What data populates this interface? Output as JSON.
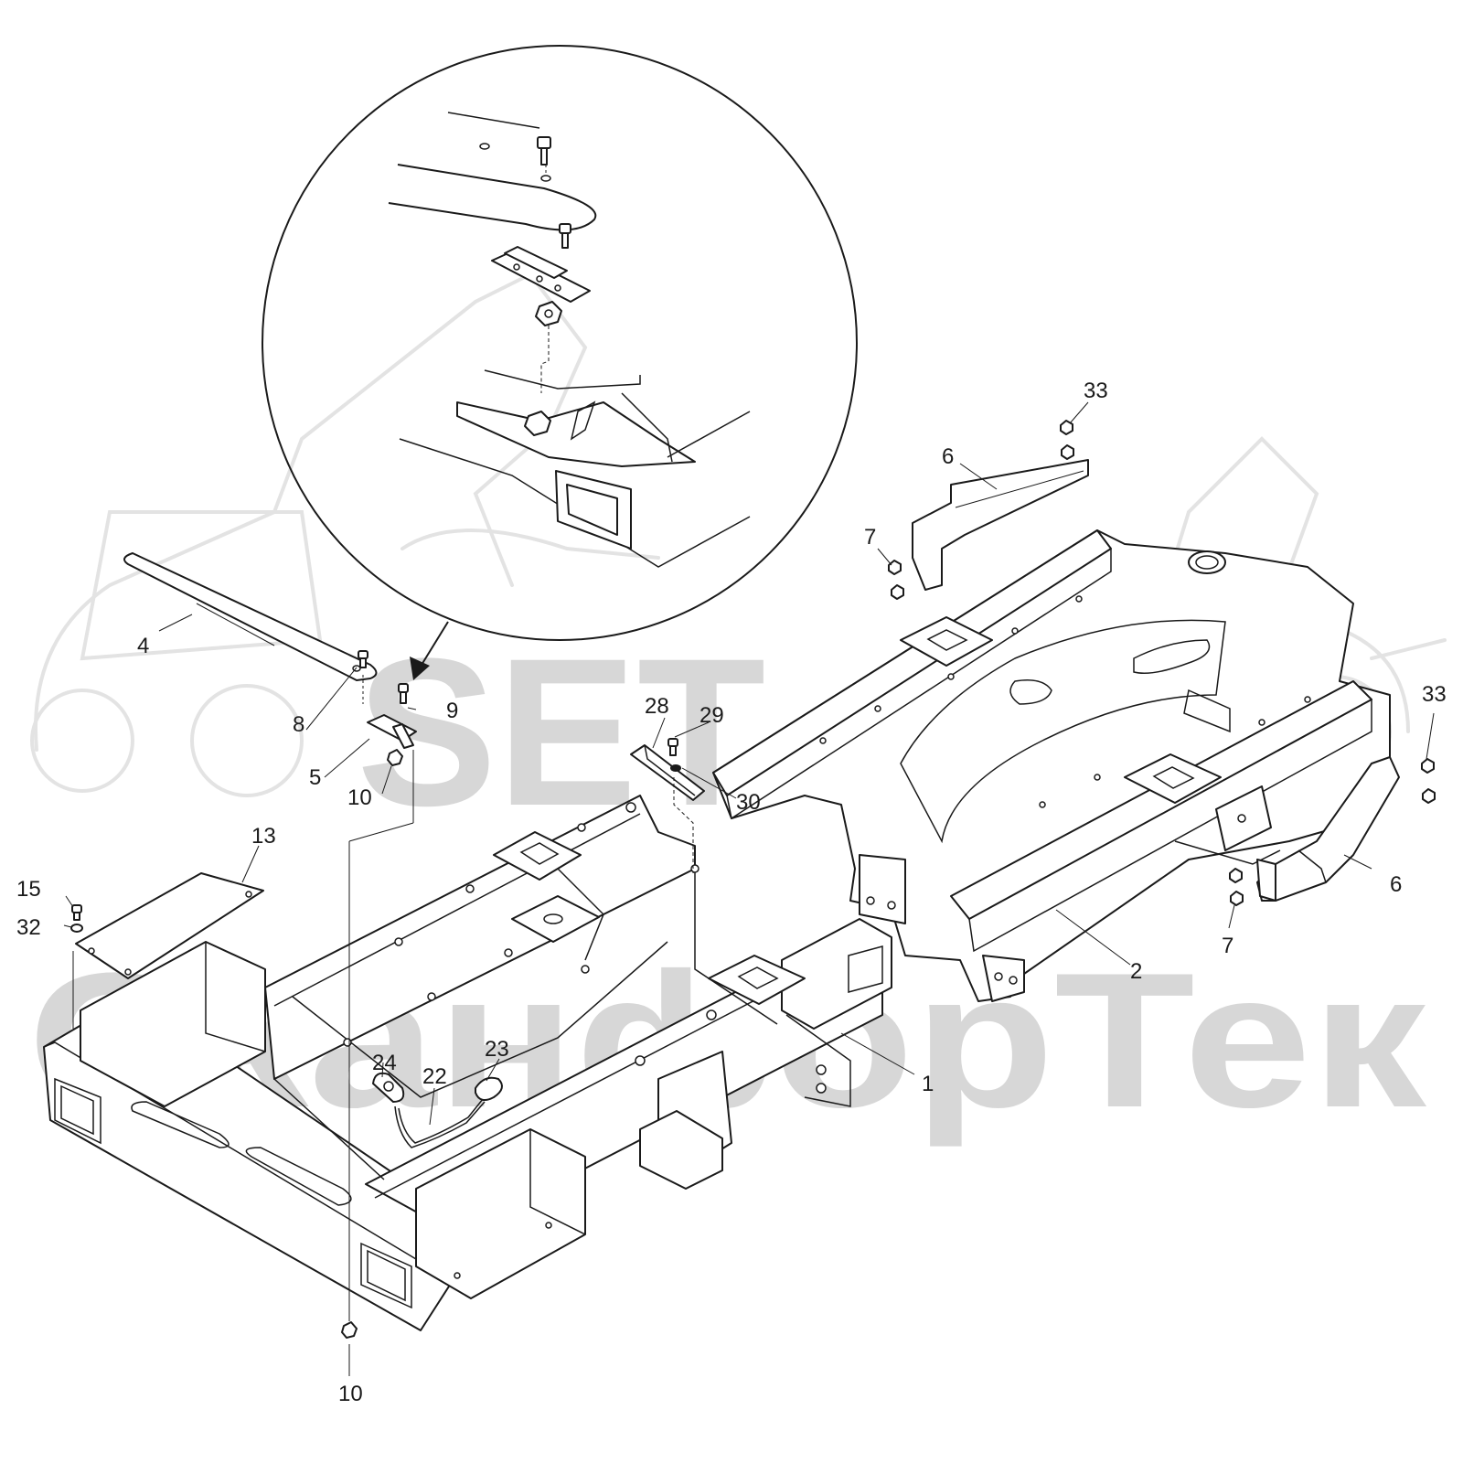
{
  "watermark": {
    "logo_text": "SET",
    "brand_text": "СканфорТек"
  },
  "callouts": [
    {
      "id": "c1",
      "text": "1"
    },
    {
      "id": "c2",
      "text": "2"
    },
    {
      "id": "c4",
      "text": "4"
    },
    {
      "id": "c5",
      "text": "5"
    },
    {
      "id": "c6a",
      "text": "6"
    },
    {
      "id": "c6b",
      "text": "6"
    },
    {
      "id": "c7a",
      "text": "7"
    },
    {
      "id": "c7b",
      "text": "7"
    },
    {
      "id": "c8",
      "text": "8"
    },
    {
      "id": "c9",
      "text": "9"
    },
    {
      "id": "c10a",
      "text": "10"
    },
    {
      "id": "c10b",
      "text": "10"
    },
    {
      "id": "c13",
      "text": "13"
    },
    {
      "id": "c15",
      "text": "15"
    },
    {
      "id": "c22",
      "text": "22"
    },
    {
      "id": "c23",
      "text": "23"
    },
    {
      "id": "c24",
      "text": "24"
    },
    {
      "id": "c28",
      "text": "28"
    },
    {
      "id": "c29",
      "text": "29"
    },
    {
      "id": "c30",
      "text": "30"
    },
    {
      "id": "c32",
      "text": "32"
    },
    {
      "id": "c33a",
      "text": "33"
    },
    {
      "id": "c33b",
      "text": "33"
    }
  ]
}
